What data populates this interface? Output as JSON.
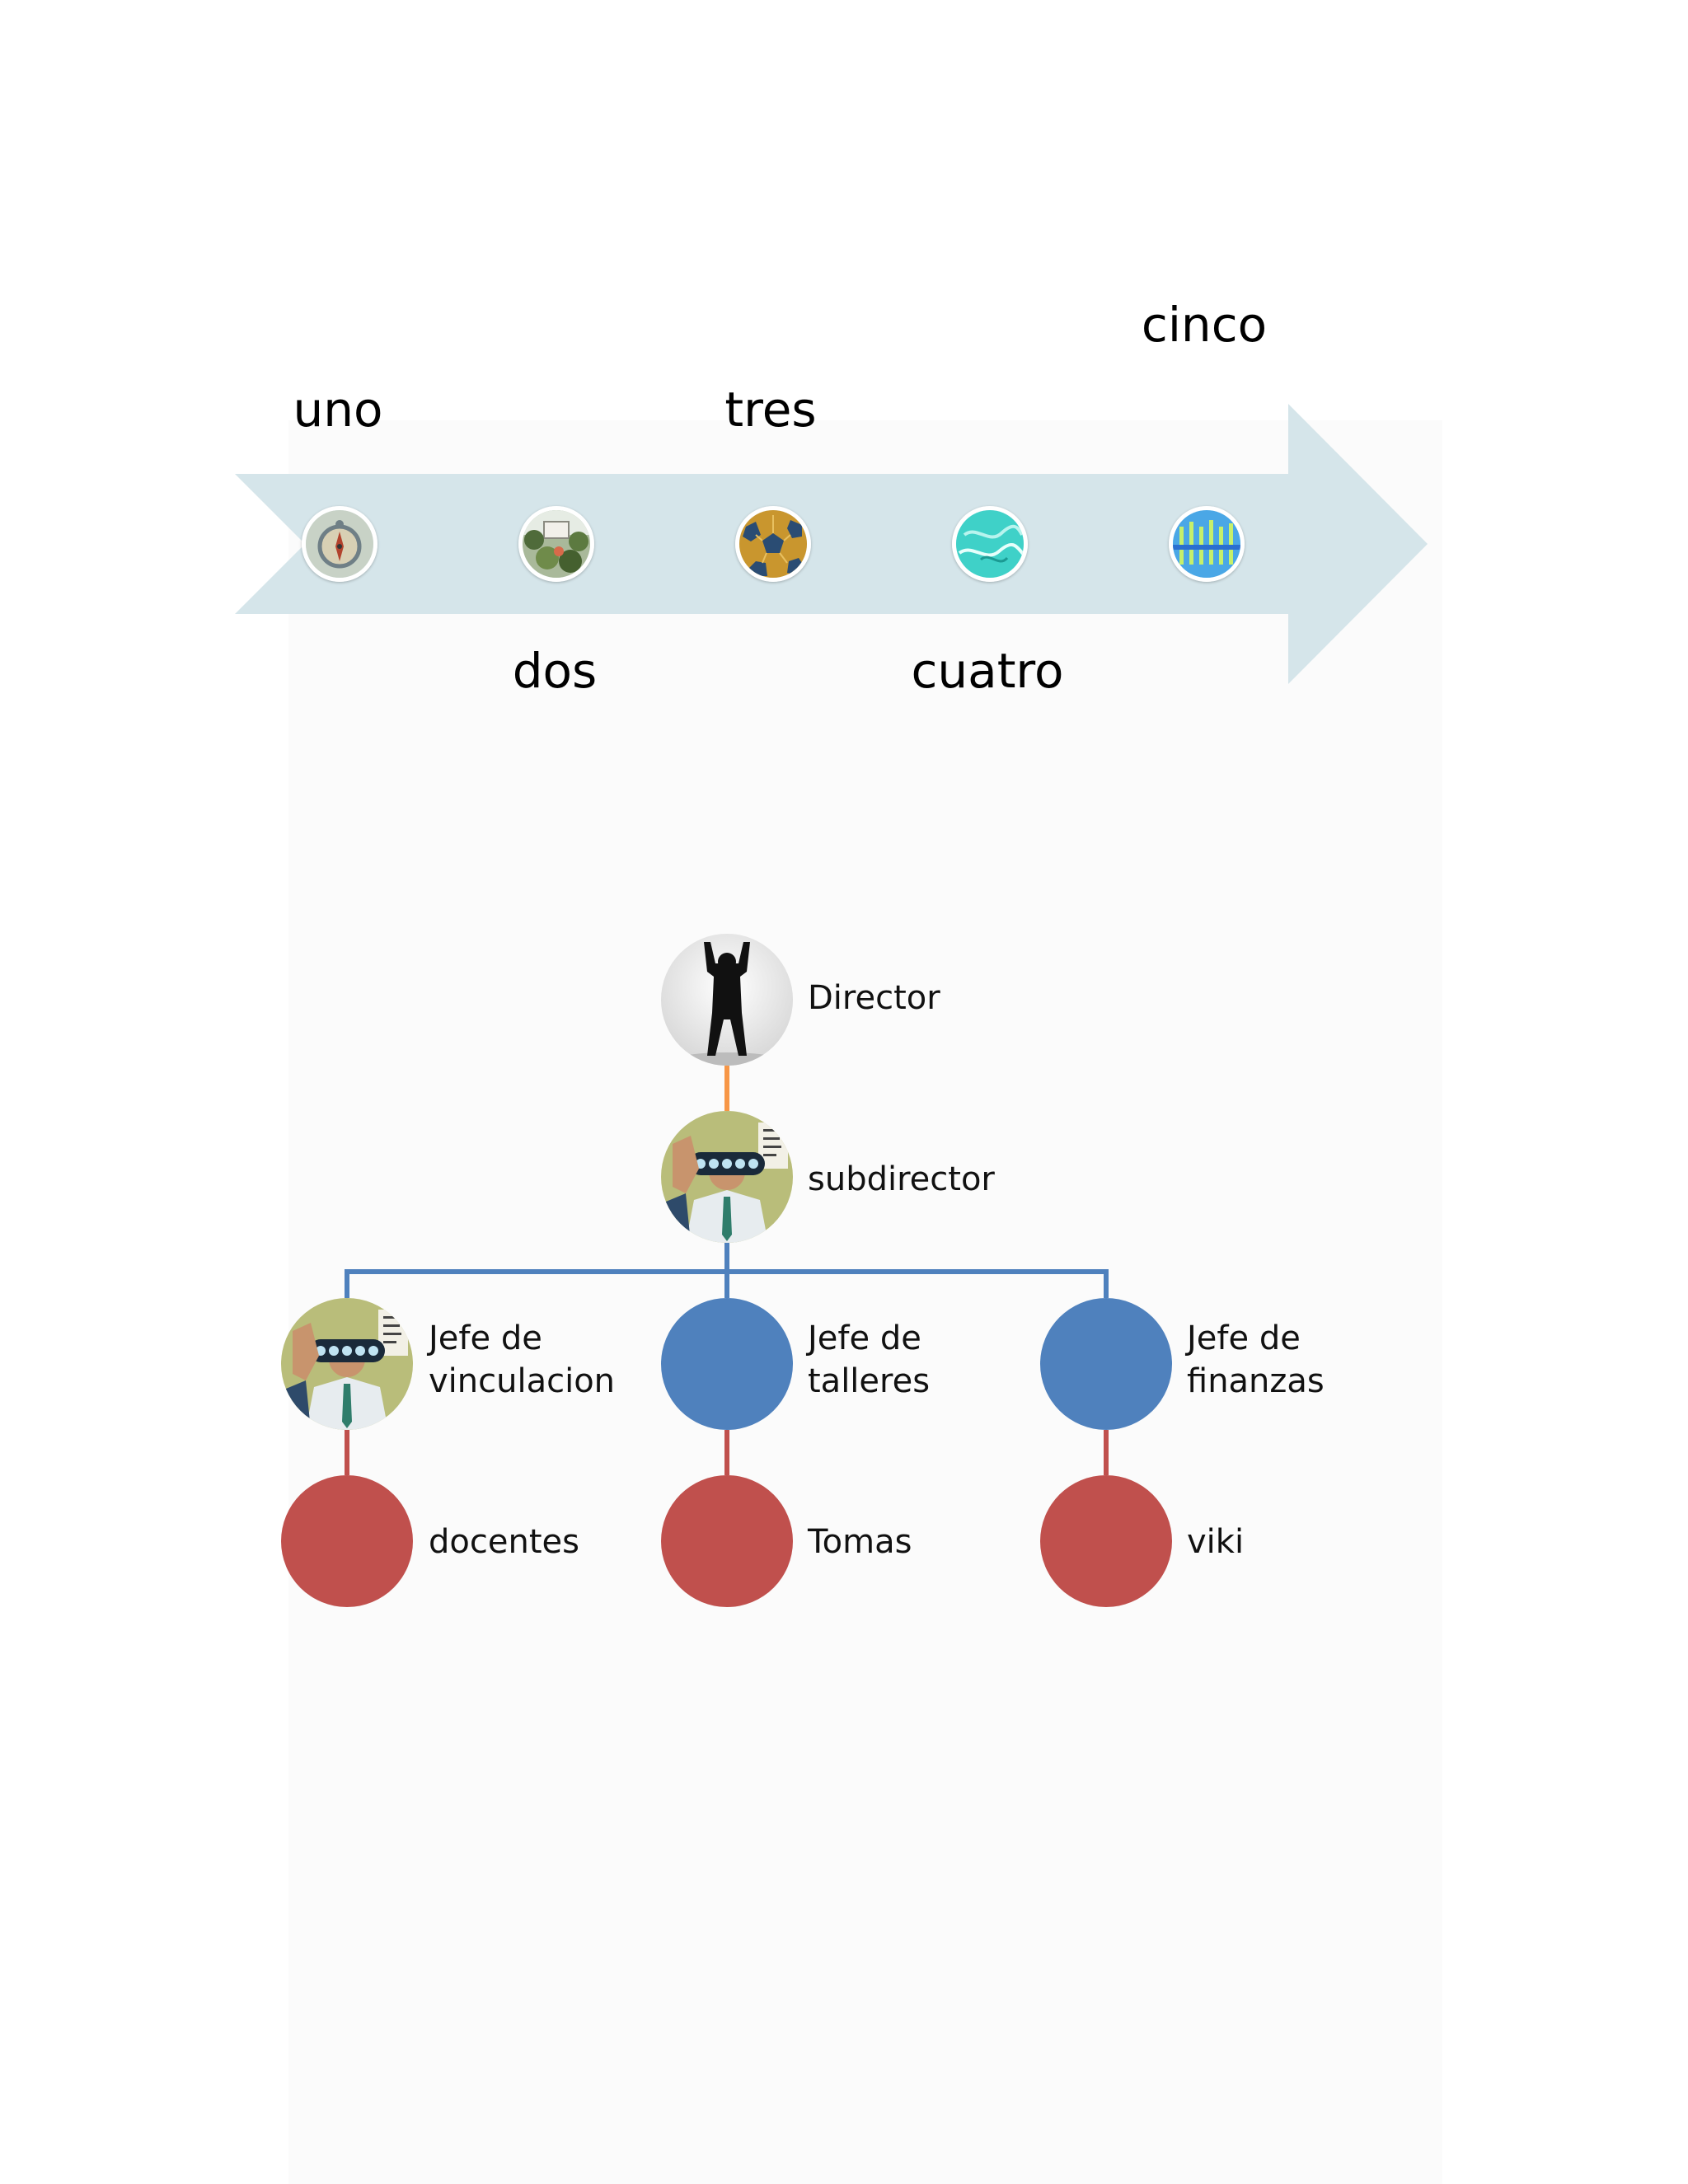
{
  "timeline": {
    "labels": [
      "uno",
      "dos",
      "tres",
      "cuatro",
      "cinco"
    ],
    "arrow_color": "#d5e5ea",
    "icons": [
      "compass-icon",
      "garden-icon",
      "soccer-ball-icon",
      "water-icon",
      "fountain-icon"
    ]
  },
  "org_chart": {
    "director": {
      "label": "Director"
    },
    "subdirector": {
      "label": "subdirector"
    },
    "heads": [
      {
        "line1": "Jefe de",
        "line2": "vinculacion"
      },
      {
        "line1": "Jefe de",
        "line2": "talleres"
      },
      {
        "line1": "Jefe de",
        "line2": "finanzas"
      }
    ],
    "staff": [
      {
        "label": "docentes"
      },
      {
        "label": "Tomas"
      },
      {
        "label": "viki"
      }
    ],
    "colors": {
      "blue_node": "#4f81bd",
      "red_node": "#c0504d",
      "top_connector": "#f79646",
      "branch_connector": "#4f81bd",
      "leaf_connector": "#c0504d"
    }
  }
}
